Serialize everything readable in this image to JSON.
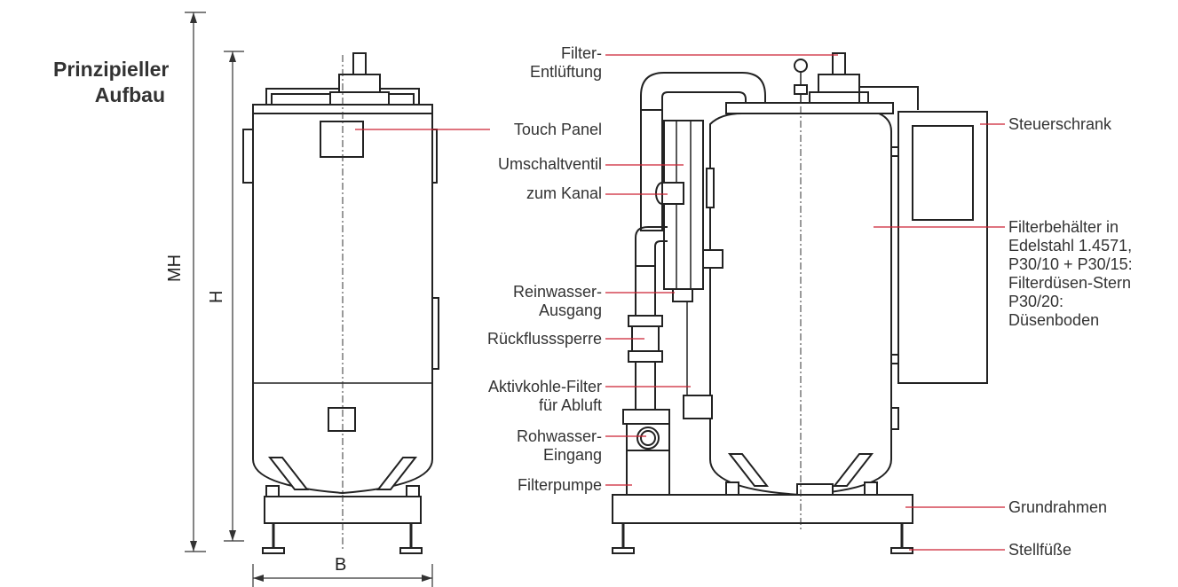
{
  "title": {
    "line1": "Prinzipieller",
    "line2": "Aufbau"
  },
  "dimensions": {
    "mh": "MH",
    "h": "H",
    "b": "B"
  },
  "labels_left": {
    "filter_entlueftung_1": "Filter-",
    "filter_entlueftung_2": "Entlüftung",
    "touch_panel": "Touch Panel",
    "umschaltventil": "Umschaltventil",
    "zum_kanal": "zum Kanal",
    "reinwasser_1": "Reinwasser-",
    "reinwasser_2": "Ausgang",
    "rueckflusssperre": "Rückflusssperre",
    "aktivkohle_1": "Aktivkohle-Filter",
    "aktivkohle_2": "für Abluft",
    "rohwasser_1": "Rohwasser-",
    "rohwasser_2": "Eingang",
    "filterpumpe": "Filterpumpe"
  },
  "labels_right": {
    "steuerschrank": "Steuerschrank",
    "filterbehaelter": [
      "Filterbehälter in",
      "Edelstahl 1.4571,",
      "P30/10 + P30/15:",
      "Filterdüsen-Stern",
      "P30/20:",
      "Düsenboden"
    ],
    "grundrahmen": "Grundrahmen",
    "stellfuesse": "Stellfüße"
  },
  "colors": {
    "leader": "#cc2233",
    "line": "#222222",
    "text": "#333333"
  }
}
